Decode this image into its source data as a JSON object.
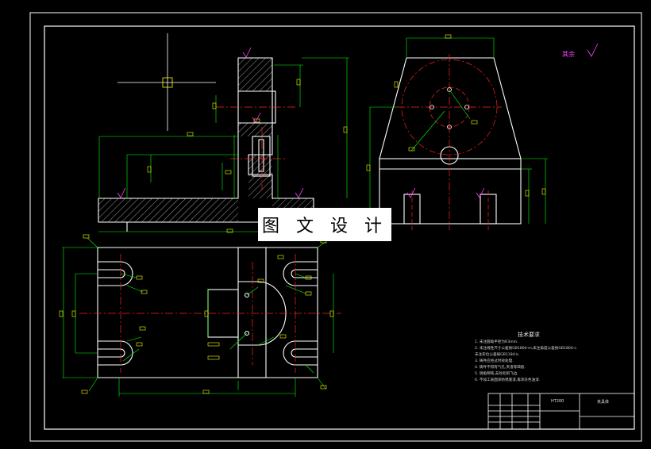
{
  "drawing": {
    "watermark_text": "图 文 设 计",
    "roughness_label": "其余",
    "tech_requirements_title": "技术要求",
    "tech_requirements": [
      "1. 未注圆角半径为R3mm.",
      "2. 未注线性尺寸公差按GB1804-m,未注角度公差按GB1804-c.",
      "   未注形位公差按GB1184-k.",
      "3. 铸件应经过时效处理.",
      "4. 铸件不得有气孔,夹渣等缺陷.",
      "5. 锐角倒钝,去除毛刺飞边.",
      "6. 不加工表面涂防锈底漆,再涂灰色油漆."
    ],
    "title_block": {
      "material": "HT200",
      "part_name": "夹具体"
    }
  },
  "colors": {
    "background": "#000000",
    "outline": "#ffffff",
    "dimension": "#00ff00",
    "centerline": "#ff2020",
    "annotation": "#ffff00",
    "roughness": "#ff40ff",
    "hatch": "#ffffff"
  }
}
